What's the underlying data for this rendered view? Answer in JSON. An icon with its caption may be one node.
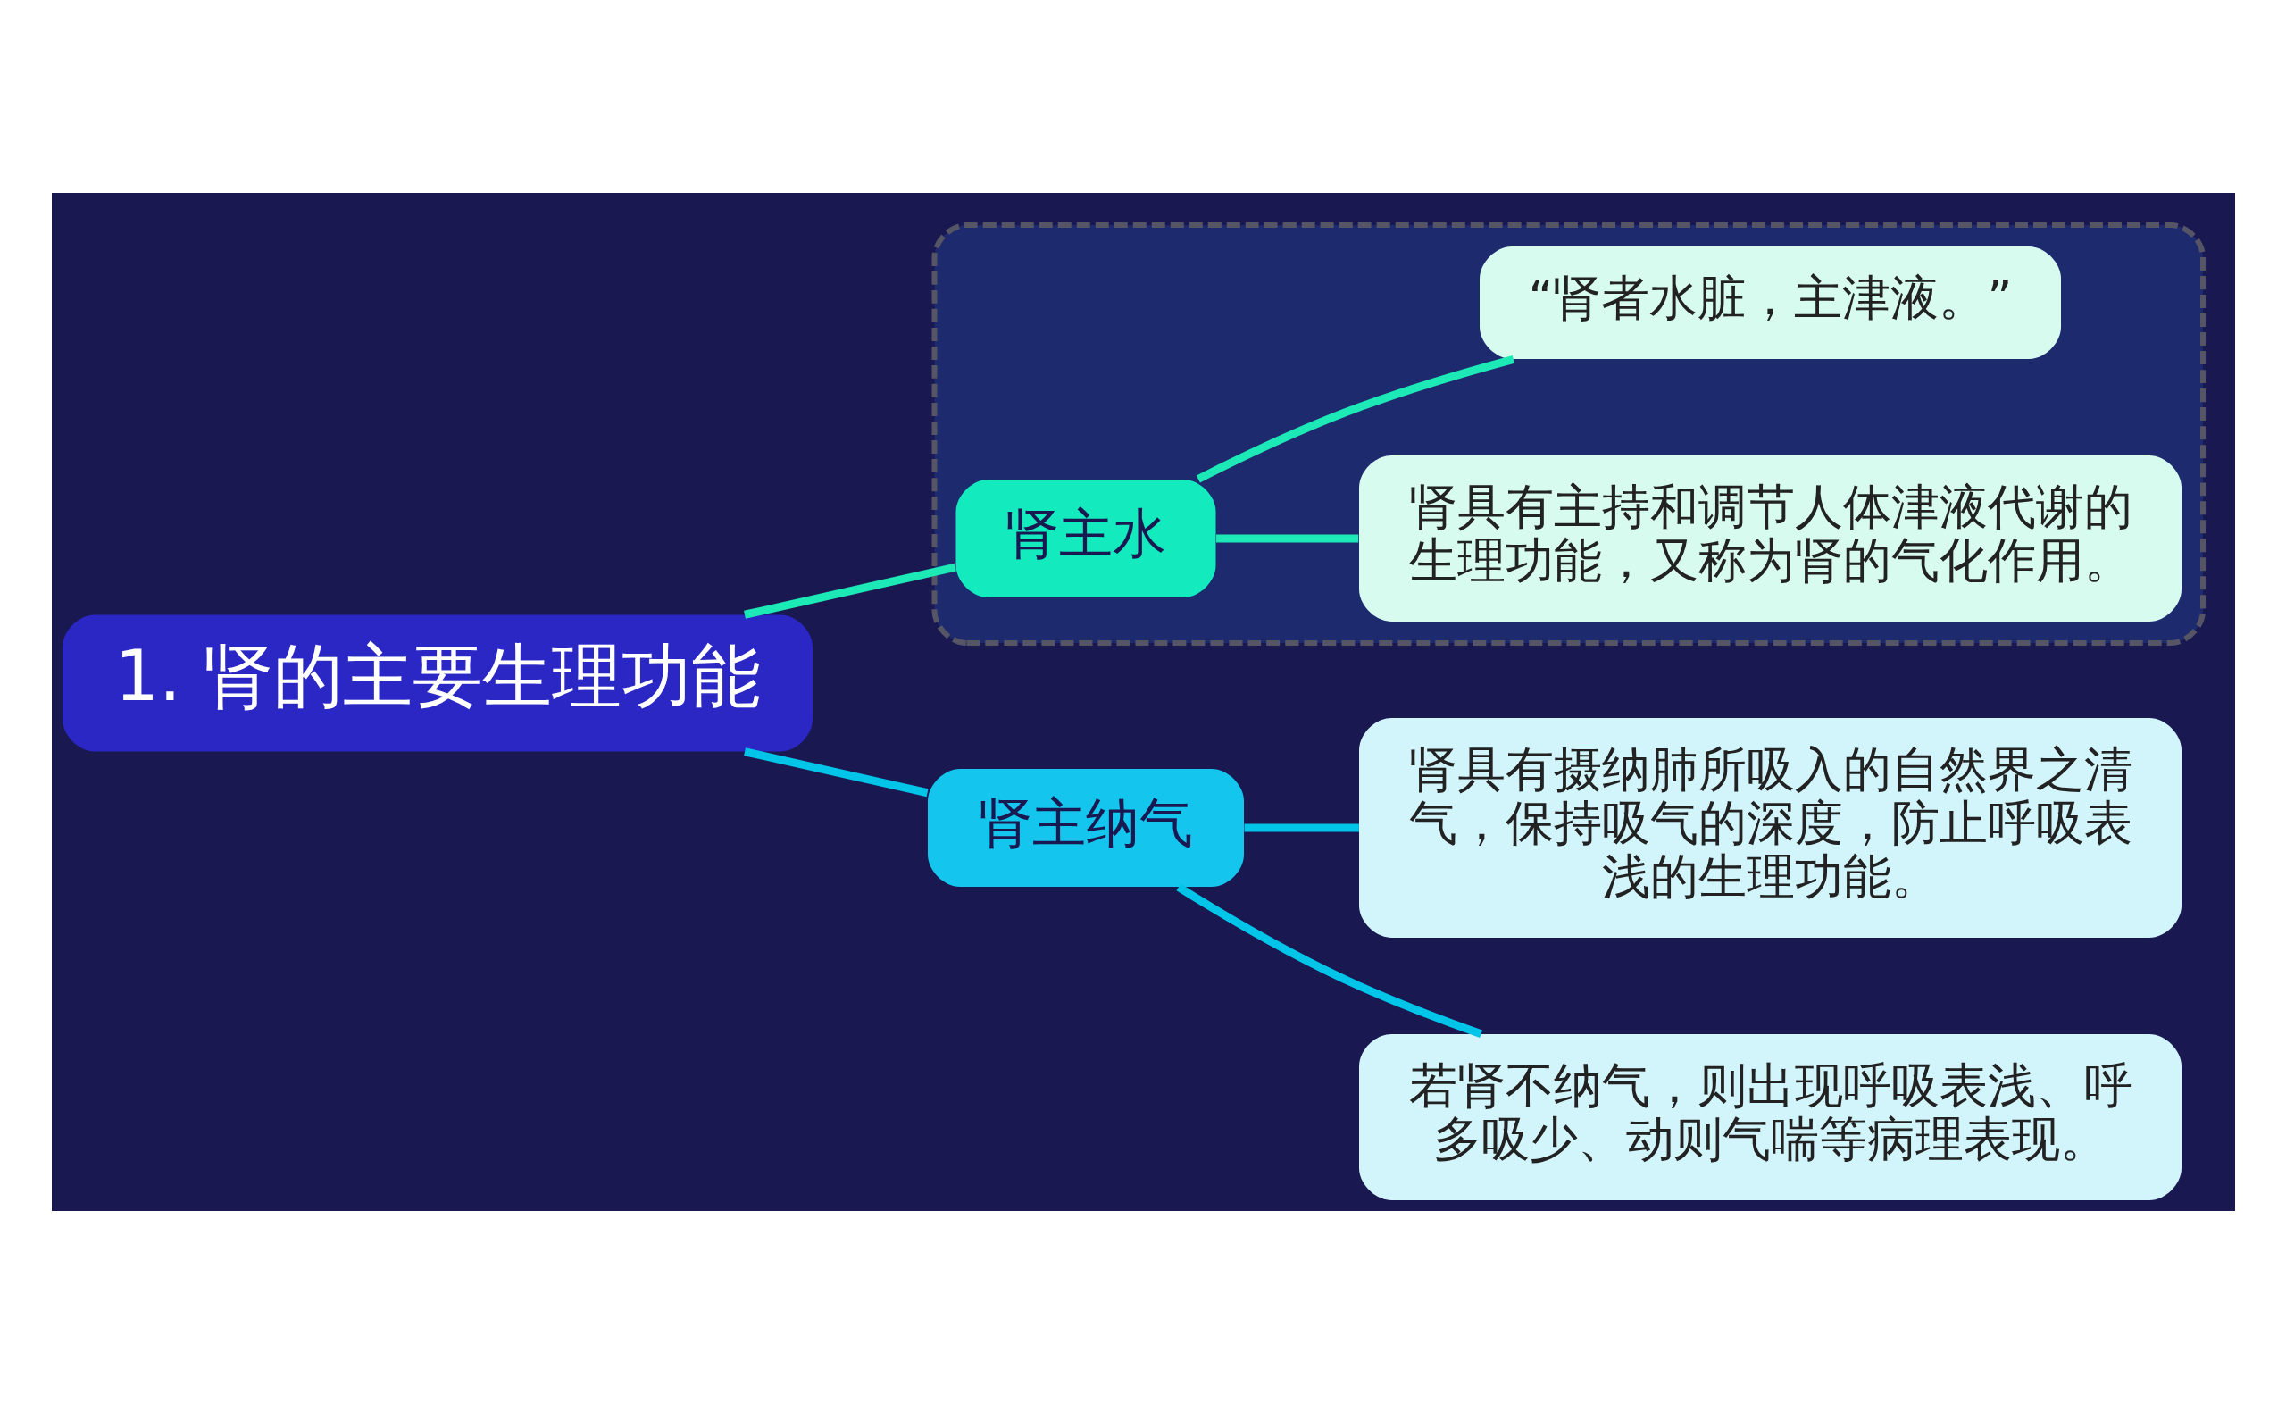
{
  "diagram": {
    "nodes": [
      {
        "text": [
          "1. 肾的主要生理功能"
        ]
      },
      {
        "text": [],
        "shape": "box"
      },
      {
        "text": [
          "肾主水"
        ],
        "in": 1
      },
      {
        "text": [
          "肾具有主持和调节人体津液代谢的生理功能，又称为肾的气化作用。"
        ],
        "in": 1
      },
      {
        "text": [
          "“肾者水脏，主津液。”"
        ],
        "in": 1
      },
      {
        "text": [
          "肾主纳气"
        ]
      },
      {
        "text": [
          "肾具有摄纳肺所吸入的自然界之清气，保持吸气的深度，防止呼吸表浅的生理功能。"
        ]
      },
      {
        "text": [
          "若肾不纳气，则出现呼吸表浅、呼多吸少、动则气喘等病理表现。"
        ]
      }
    ],
    "edges": [
      {
        "from": 0,
        "to": 2,
        "arrow": "none",
        "color": "#1de9b6"
      },
      {
        "from": 0,
        "to": 5,
        "arrow": "none",
        "color": "#00c4e8"
      },
      {
        "from": 2,
        "to": 3,
        "arrow": "none",
        "color": "#1de9b6"
      },
      {
        "from": 2,
        "to": 4,
        "arrow": "none",
        "color": "#1de9b6"
      },
      {
        "from": 5,
        "to": 6,
        "arrow": "none",
        "color": "#00c4e8"
      },
      {
        "from": 5,
        "to": 7,
        "arrow": "none",
        "color": "#00c4e8"
      }
    ]
  }
}
